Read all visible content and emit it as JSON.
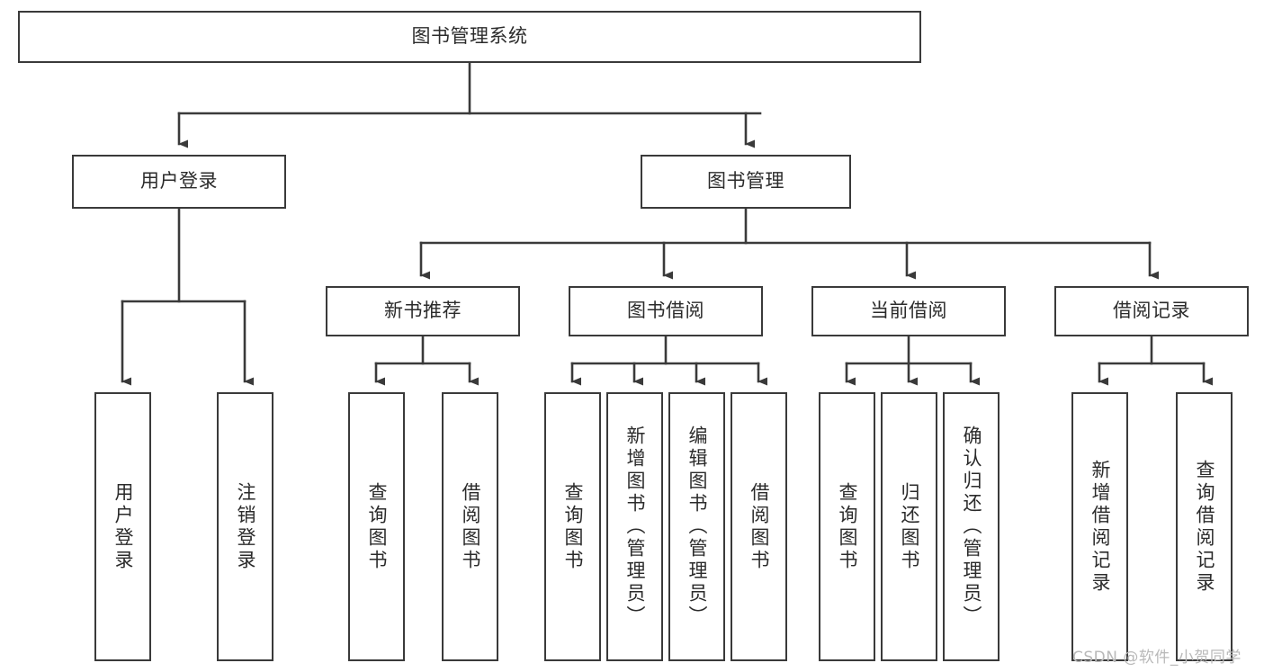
{
  "diagram": {
    "title": "图书管理系统",
    "type": "tree-hierarchy-diagram",
    "colors": {
      "background": "#ffffff",
      "box_border": "#3a3a3a",
      "box_fill": "#ffffff",
      "text": "#2b2b2b",
      "connector": "#3a3a3a",
      "watermark": "#b9b9b9"
    },
    "root": {
      "label": "图书管理系统"
    },
    "level2": [
      {
        "label": "用户登录"
      },
      {
        "label": "图书管理"
      }
    ],
    "level3": [
      {
        "label": "新书推荐"
      },
      {
        "label": "图书借阅"
      },
      {
        "label": "当前借阅"
      },
      {
        "label": "借阅记录"
      }
    ],
    "leaves": {
      "user_login": [
        {
          "label": "用户登录"
        },
        {
          "label": "注销登录"
        }
      ],
      "new_book_recommend": [
        {
          "label": "查询图书"
        },
        {
          "label": "借阅图书"
        }
      ],
      "book_borrow": [
        {
          "label": "查询图书"
        },
        {
          "label": "新增图书（管理员）"
        },
        {
          "label": "编辑图书（管理员）"
        },
        {
          "label": "借阅图书"
        }
      ],
      "current_borrow": [
        {
          "label": "查询图书"
        },
        {
          "label": "归还图书"
        },
        {
          "label": "确认归还（管理员）"
        }
      ],
      "borrow_record": [
        {
          "label": "新增借阅记录"
        },
        {
          "label": "查询借阅记录"
        }
      ]
    }
  },
  "watermark": {
    "text": "CSDN @软件_小贺同学"
  }
}
